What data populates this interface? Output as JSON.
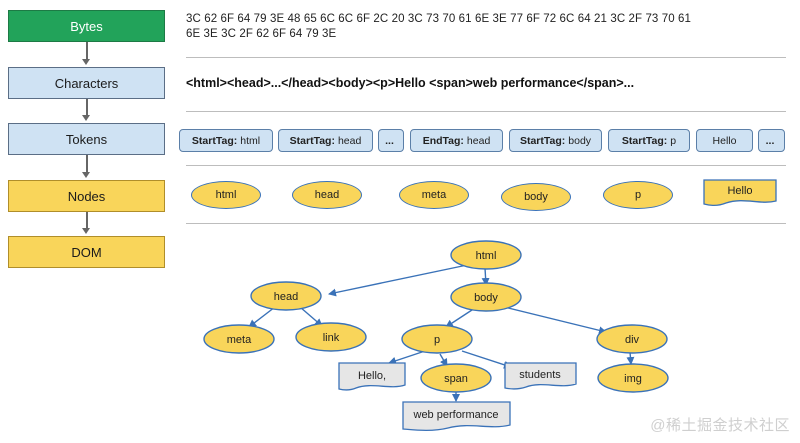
{
  "stages": [
    "Bytes",
    "Characters",
    "Tokens",
    "Nodes",
    "DOM"
  ],
  "bytes_line1": "3C 62 6F 64 79 3E 48 65 6C 6C 6F 2C 20 3C 73 70 61 6E 3E 77 6F 72 6C 64 21 3C 2F 73 70 61",
  "bytes_line2": "6E 3E 3C 2F 62 6F 64 79 3E",
  "characters": "<html><head>...</head><body><p>Hello <span>web performance</span>...",
  "tokens": [
    {
      "kind": "StartTag:",
      "value": "html"
    },
    {
      "kind": "StartTag:",
      "value": "head"
    },
    {
      "kind": "...",
      "value": ""
    },
    {
      "kind": "EndTag:",
      "value": "head"
    },
    {
      "kind": "StartTag:",
      "value": "body"
    },
    {
      "kind": "StartTag:",
      "value": "p"
    },
    {
      "kind": "",
      "value": "Hello"
    },
    {
      "kind": "...",
      "value": ""
    }
  ],
  "nodes": [
    "html",
    "head",
    "meta",
    "body",
    "p",
    "Hello"
  ],
  "dom_tree": {
    "html": "html",
    "head": "head",
    "body": "body",
    "meta": "meta",
    "link": "link",
    "p": "p",
    "div": "div",
    "hello": "Hello,",
    "span": "span",
    "students": "students",
    "img": "img",
    "web_performance": "web performance"
  },
  "watermark": "@稀土掘金技术社区",
  "colors": {
    "bytes_box": "#22a35a",
    "blue_box": "#cfe2f3",
    "yellow_box": "#f9d55a",
    "ellipse_border": "#3a72b8",
    "arrow": "#3a72b8"
  }
}
